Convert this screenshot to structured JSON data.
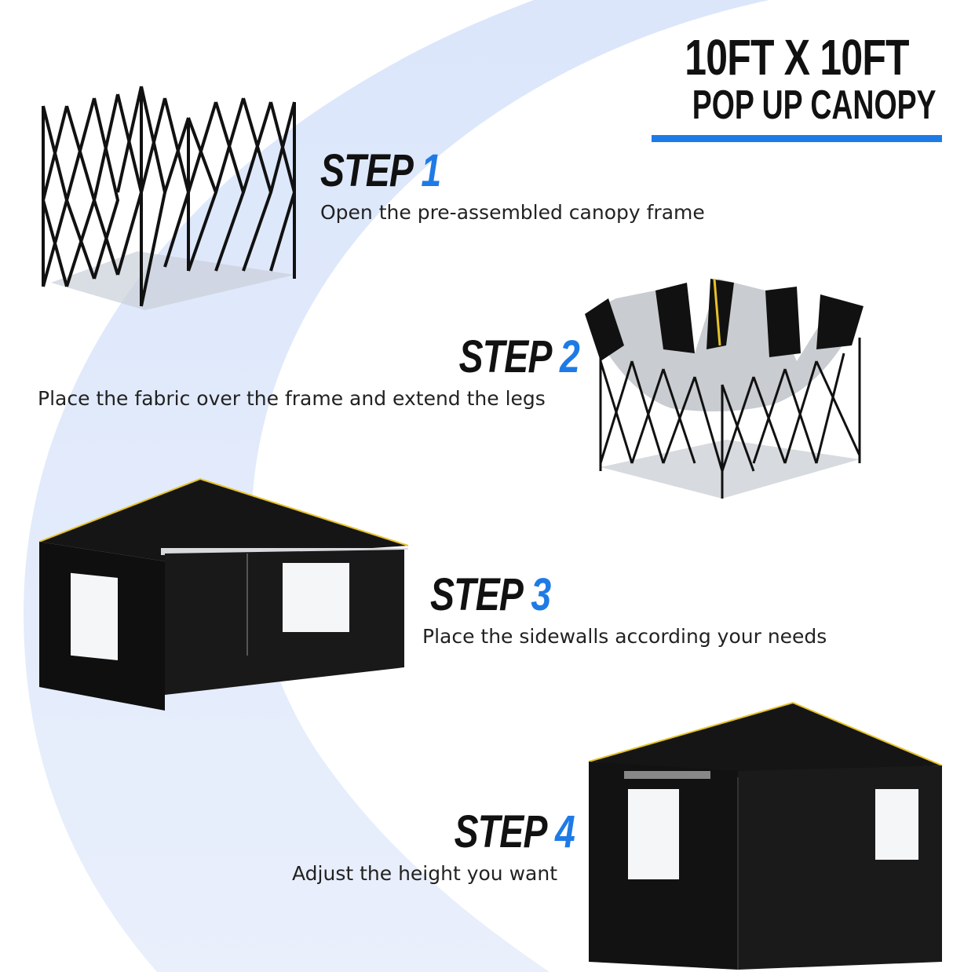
{
  "header": {
    "line1": "10FT X 10FT",
    "line2": "POP UP CANOPY",
    "underline_color": "#1e7be6"
  },
  "steps": [
    {
      "label": "STEP",
      "number": "1",
      "description": "Open the pre-assembled canopy frame",
      "image": "canopy-frame-icon"
    },
    {
      "label": "STEP",
      "number": "2",
      "description": "Place the fabric over the frame and extend the legs",
      "image": "canopy-fabric-on-frame-icon"
    },
    {
      "label": "STEP",
      "number": "3",
      "description": "Place the sidewalls according your needs",
      "image": "canopy-with-sidewalls-icon"
    },
    {
      "label": "STEP",
      "number": "4",
      "description": "Adjust the height you want",
      "image": "canopy-fully-enclosed-icon"
    }
  ],
  "colors": {
    "accent": "#1e7be6",
    "background_arc": "#d6e3fb",
    "text": "#111111",
    "canopy": "#141414",
    "canopy_trim": "#e6c229"
  }
}
